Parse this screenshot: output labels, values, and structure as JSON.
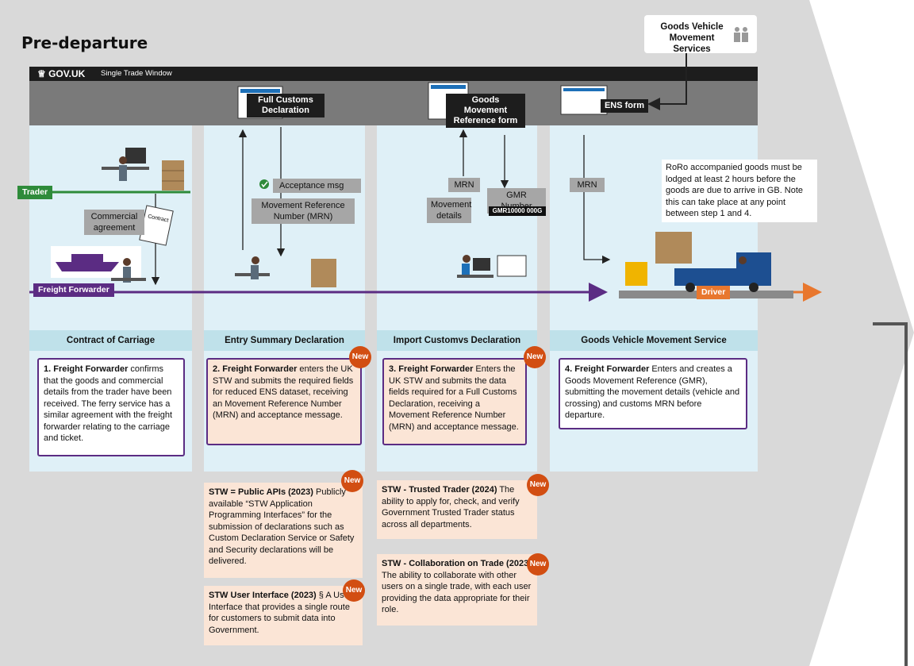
{
  "title": "Pre-departure",
  "gvms_box": {
    "label": "Goods Vehicle Movement Services",
    "icon": "people-icon"
  },
  "govuk_bar": {
    "logo": "GOV.UK",
    "subtitle": "Single Trade Window"
  },
  "documents": {
    "full_customs": "Full Customs Declaration",
    "gmr_form": "Goods Movement Reference form",
    "ens_form": "ENS form"
  },
  "actors": {
    "trader": "Trader",
    "freight_forwarder": "Freight Forwarder",
    "driver": "Driver"
  },
  "flow_labels": {
    "commercial_agreement": "Commercial agreement",
    "contract": "Contract",
    "acceptance_msg": "Acceptance msg",
    "mrn_long": "Movement Reference Number (MRN)",
    "mrn_col3": "MRN",
    "movement_details": "Movement details",
    "gmr_number": "GMR Number",
    "gmr_plate": "GMR10000 000G",
    "mrn_col4": "MRN"
  },
  "roro_note": "RoRo accompanied goods must be lodged at least 2 hours before the goods are due to arrive in GB. Note this can take place at any point between step 1 and 4.",
  "columns": [
    {
      "heading": "Contract of Carriage"
    },
    {
      "heading": "Entry Summary Declaration"
    },
    {
      "heading": "Import Customvs Declaration"
    },
    {
      "heading": "Goods Vehicle Movement Service"
    }
  ],
  "steps": [
    {
      "lead": "1. Freight Forwarder",
      "text": " confirms that the goods and commercial details from the trader have been received. The ferry service has a similar agreement with the freight forwarder relating to the carriage and ticket."
    },
    {
      "lead": "2. Freight Forwarder",
      "text": " enters the UK STW and submits the required fields for reduced ENS dataset, receiving an Movement Reference Number (MRN) and acceptance message."
    },
    {
      "lead": "3. Freight Forwarder",
      "text": " Enters the UK STW and submits the data fields required for a Full Customs Declaration, receiving a Movement Reference Number (MRN) and acceptance message."
    },
    {
      "lead": "4. Freight Forwarder",
      "text": " Enters and creates a Goods Movement Reference (GMR), submitting the movement details (vehicle and crossing) and customs MRN before departure."
    }
  ],
  "new_badge": "New",
  "infoboxes": [
    {
      "lead": "STW = Public APIs (2023)",
      "text": " Publicly available “STW Application Programming Interfaces” for the submission of declarations such as Custom Declaration Service or Safety and Security declarations will be delivered."
    },
    {
      "lead": "STW User Interface (2023)",
      "text": " § A User Interface that provides a single route for customers to submit data into Government."
    },
    {
      "lead": "STW - Trusted Trader (2024)",
      "text": " The ability to apply for, check, and verify Government Trusted Trader status across all departments."
    },
    {
      "lead": "STW - Collaboration on Trade (2023)",
      "text": " The ability to collaborate with other users on a single trade, with each user providing the data appropriate for their role."
    }
  ],
  "colors": {
    "purple": "#5b2c83",
    "green": "#2e8b3a",
    "orange": "#e8772e",
    "badge": "#d24e12",
    "light_blue": "#dff0f7",
    "peach": "#fbe5d6"
  }
}
